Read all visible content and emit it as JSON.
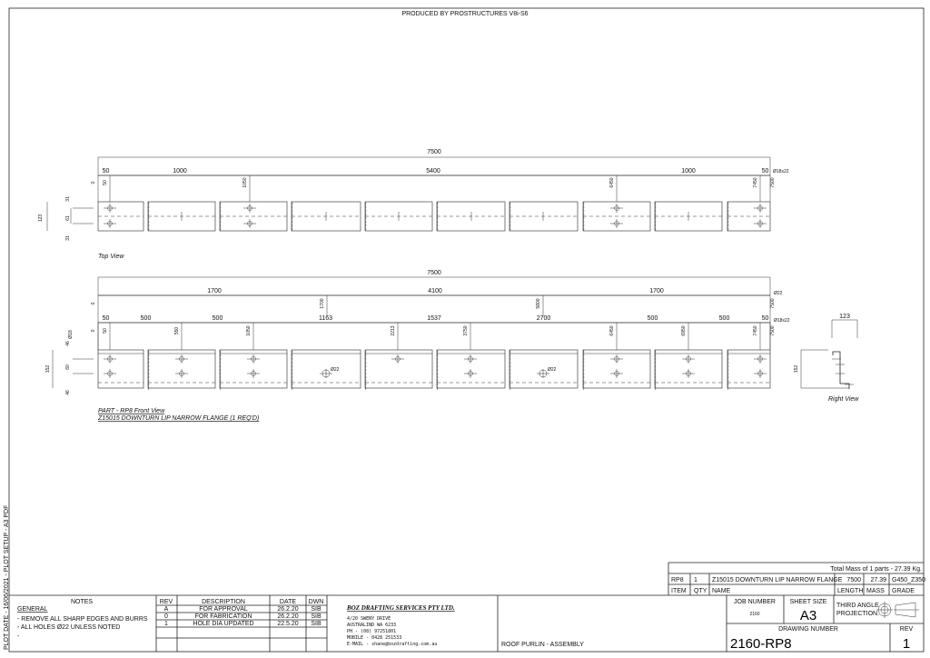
{
  "header": {
    "produced_by": "PRODUCED BY PROSTRUCTURES V8i-S6"
  },
  "side_label": "PLOT DATE - 16/06/2021 - PLOT SETUP - A3 PDF",
  "top_view": {
    "label": "Top View",
    "overall": "7500",
    "chain": [
      "50",
      "1000",
      "5400",
      "1000",
      "50"
    ],
    "ordinates": [
      "0",
      "50",
      "1050",
      "6450",
      "7450",
      "7500"
    ],
    "hole_note": "Ø18x22",
    "side_dims": [
      "31",
      "61",
      "31"
    ],
    "height": "123"
  },
  "front_view": {
    "label": "PART - RP8 Front View",
    "sublabel": "Z15015 DOWNTURN LIP NARROW FLANGE (1 REQ'D)",
    "overall": "7500",
    "chain_upper": [
      "1700",
      "4100",
      "1700"
    ],
    "ordinates_upper": [
      "0",
      "1700",
      "5800",
      "7500"
    ],
    "note_upper": "Ø22",
    "chain_lower": [
      "50",
      "500",
      "500",
      "1163",
      "1537",
      "2700",
      "500",
      "500",
      "50"
    ],
    "ordinates_lower": [
      "0",
      "50",
      "550",
      "1050",
      "2213",
      "3750",
      "6450",
      "6950",
      "7450",
      "7500"
    ],
    "note_lower": "Ø18x22",
    "left_note": "Ø18",
    "hole_labels": [
      "Ø22",
      "Ø22"
    ],
    "side_dims": [
      "46",
      "60",
      "46"
    ],
    "height": "152"
  },
  "right_view": {
    "label": "Right View",
    "width": "123",
    "height": "152"
  },
  "parts_list": {
    "total_mass": "Total Mass of 1 parts - 27.39 Kg.",
    "row": [
      "RP8",
      "1",
      "Z15015 DOWNTURN LIP NARROW FLANGE",
      "7500",
      "27.39",
      "G450_Z350"
    ],
    "headers": [
      "ITEM",
      "QTY",
      "NAME",
      "LENGTH",
      "MASS",
      "GRADE"
    ]
  },
  "notes": {
    "title": "NOTES",
    "heading": "GENERAL",
    "items": [
      "- REMOVE ALL SHARP EDGES AND BURRS",
      "- ALL HOLES Ø22 UNLESS NOTED",
      "-"
    ]
  },
  "revisions": {
    "headers": [
      "REV",
      "DESCRIPTION",
      "DATE",
      "DWN"
    ],
    "rows": [
      [
        "A",
        "FOR APPROVAL",
        "26.2.20",
        "SIB"
      ],
      [
        "0",
        "FOR FABRICATION",
        "26.2.20",
        "SIB"
      ],
      [
        "1",
        "HOLE DIA UPDATED",
        "22.5.20",
        "SIB"
      ]
    ]
  },
  "company": {
    "name": "BOZ DRAFTING SERVICES PTY LTD.",
    "lines": [
      "4/20 SWENY DRIVE",
      "AUSTRALIND WA 6233",
      "PH - (08) 97251801",
      "MOBILE - 0428 251533",
      "E-MAIL - shane@bozdrafting.com.au"
    ]
  },
  "title_block": {
    "drawing_title": "ROOF PURLIN - ASSEMBLY",
    "job_number_label": "JOB NUMBER",
    "job_number": "2160",
    "sheet_size_label": "SHEET SIZE",
    "sheet_size": "A3",
    "projection_lines": [
      "THIRD ANGLE",
      "PROJECTION."
    ],
    "drawing_number_label": "DRAWING NUMBER",
    "drawing_number": "2160-RP8",
    "rev_label": "REV",
    "rev": "1"
  }
}
